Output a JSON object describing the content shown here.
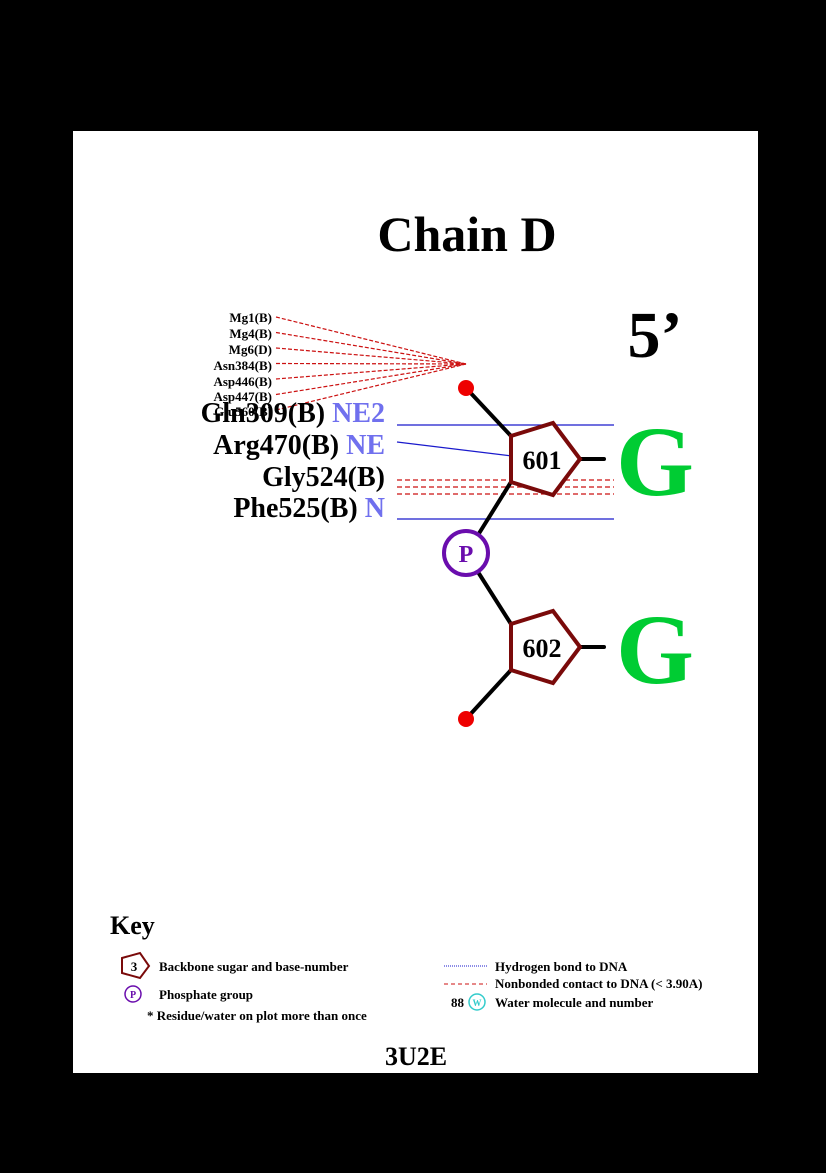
{
  "title": "Chain D",
  "strand_end": "5’",
  "pdb_id": "3U2E",
  "nucleotides": [
    {
      "number": "601",
      "base": "G"
    },
    {
      "number": "602",
      "base": "G"
    }
  ],
  "phosphate_label": "P",
  "cluster_contacts": [
    "Mg1(B)",
    "Mg4(B)",
    "Mg6(D)",
    "Asn384(B)",
    "Asp446(B)",
    "Asp447(B)",
    "Glu560(B)"
  ],
  "residue_contacts": [
    {
      "residue": "Gln309(B)",
      "atom": "NE2",
      "type": "hydrogen-bond"
    },
    {
      "residue": "Arg470(B)",
      "atom": "NE",
      "type": "hydrogen-bond"
    },
    {
      "residue": "Gly524(B)",
      "atom": "",
      "type": "nonbonded"
    },
    {
      "residue": "Phe525(B)",
      "atom": "N",
      "type": "hydrogen-bond"
    }
  ],
  "key": {
    "heading": "Key",
    "sugar_example": "3",
    "sugar_label": "Backbone sugar and base-number",
    "phosphate_example": "P",
    "phosphate_label": "Phosphate group",
    "repeat_note": "* Residue/water on plot more than once",
    "hbond_label": "Hydrogen bond to DNA",
    "nonbonded_label": "Nonbonded contact to DNA (< 3.90A)",
    "water_number": "88",
    "water_symbol": "W",
    "water_label": "Water molecule and number"
  },
  "colors": {
    "page": "#ffffff",
    "frame": "#000000",
    "sugar": "#7a0a0a",
    "base": "#00cc33",
    "phosphate": "#6a0dad",
    "hbond": "#1a1acc",
    "atom_label": "#7070ee",
    "nonbonded": "#cc1111",
    "end_dot": "#ee0000",
    "water": "#33cccc"
  }
}
